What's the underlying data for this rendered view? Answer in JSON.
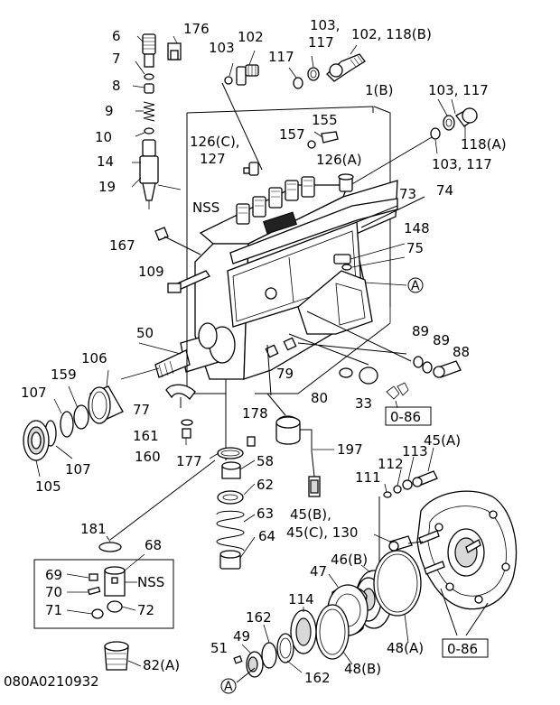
{
  "diagram_code": "080A0210932",
  "callouts": {
    "p6": "6",
    "p176": "176",
    "p103a": "103",
    "p102": "102",
    "p103_117a": "103,",
    "p117a": "117",
    "p102_118b": "102, 118(B)",
    "p117b": "117",
    "p7": "7",
    "p8": "8",
    "p9": "9",
    "p10": "10",
    "p14": "14",
    "p19": "19",
    "p1b": "1(B)",
    "p103_117b": "103, 117",
    "p155": "155",
    "p157": "157",
    "p118a": "118(A)",
    "p103_117c": "103, 117",
    "p126c": "126(C),",
    "p127": "127",
    "p126a": "126(A)",
    "pNSS1": "NSS",
    "p73": "73",
    "p74": "74",
    "p148": "148",
    "p75": "75",
    "p167": "167",
    "p109": "109",
    "circleA1": "A",
    "p50": "50",
    "p89a": "89",
    "p89b": "89",
    "p88": "88",
    "p106": "106",
    "p159": "159",
    "p107a": "107",
    "p79": "79",
    "p80": "80",
    "p33": "33",
    "ref086a": "0-86",
    "p77": "77",
    "p178": "178",
    "p161": "161",
    "p197": "197",
    "p45a": "45(A)",
    "p160": "160",
    "p177": "177",
    "p58": "58",
    "p113": "113",
    "p112": "112",
    "p111": "111",
    "p107b": "107",
    "p105": "105",
    "p62": "62",
    "p63": "63",
    "p64": "64",
    "p45b": "45(B),",
    "p45c_130": "45(C), 130",
    "p181": "181",
    "p68": "68",
    "p46b": "46(B)",
    "p47": "47",
    "p69": "69",
    "pNSS2": "NSS",
    "p70": "70",
    "p72": "72",
    "p71": "71",
    "p114": "114",
    "p162a": "162",
    "p49": "49",
    "p51": "51",
    "p48a": "48(A)",
    "ref086b": "0-86",
    "p48b": "48(B)",
    "p162b": "162",
    "p82a": "82(A)",
    "circleA2": "A"
  }
}
